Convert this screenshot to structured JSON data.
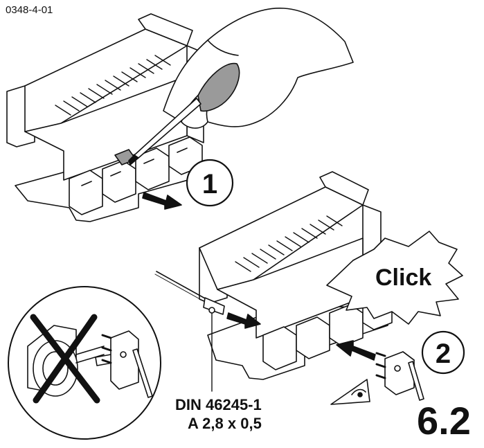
{
  "figure": {
    "doc_id": "0348-4-01",
    "figure_number": "6.2",
    "click_label": "Click",
    "steps": [
      "1",
      "2"
    ],
    "standard": {
      "line1": "DIN 46245-1",
      "line2": "A 2,8 x 0,5"
    }
  },
  "colors": {
    "line": "#111111",
    "fill": "#ffffff",
    "shade": "#9a9a9a"
  },
  "icons": [
    "hand-icon",
    "screwdriver-icon",
    "arrow-icon",
    "eye-icon",
    "prohibition-cross-icon",
    "microswitch-icon"
  ]
}
